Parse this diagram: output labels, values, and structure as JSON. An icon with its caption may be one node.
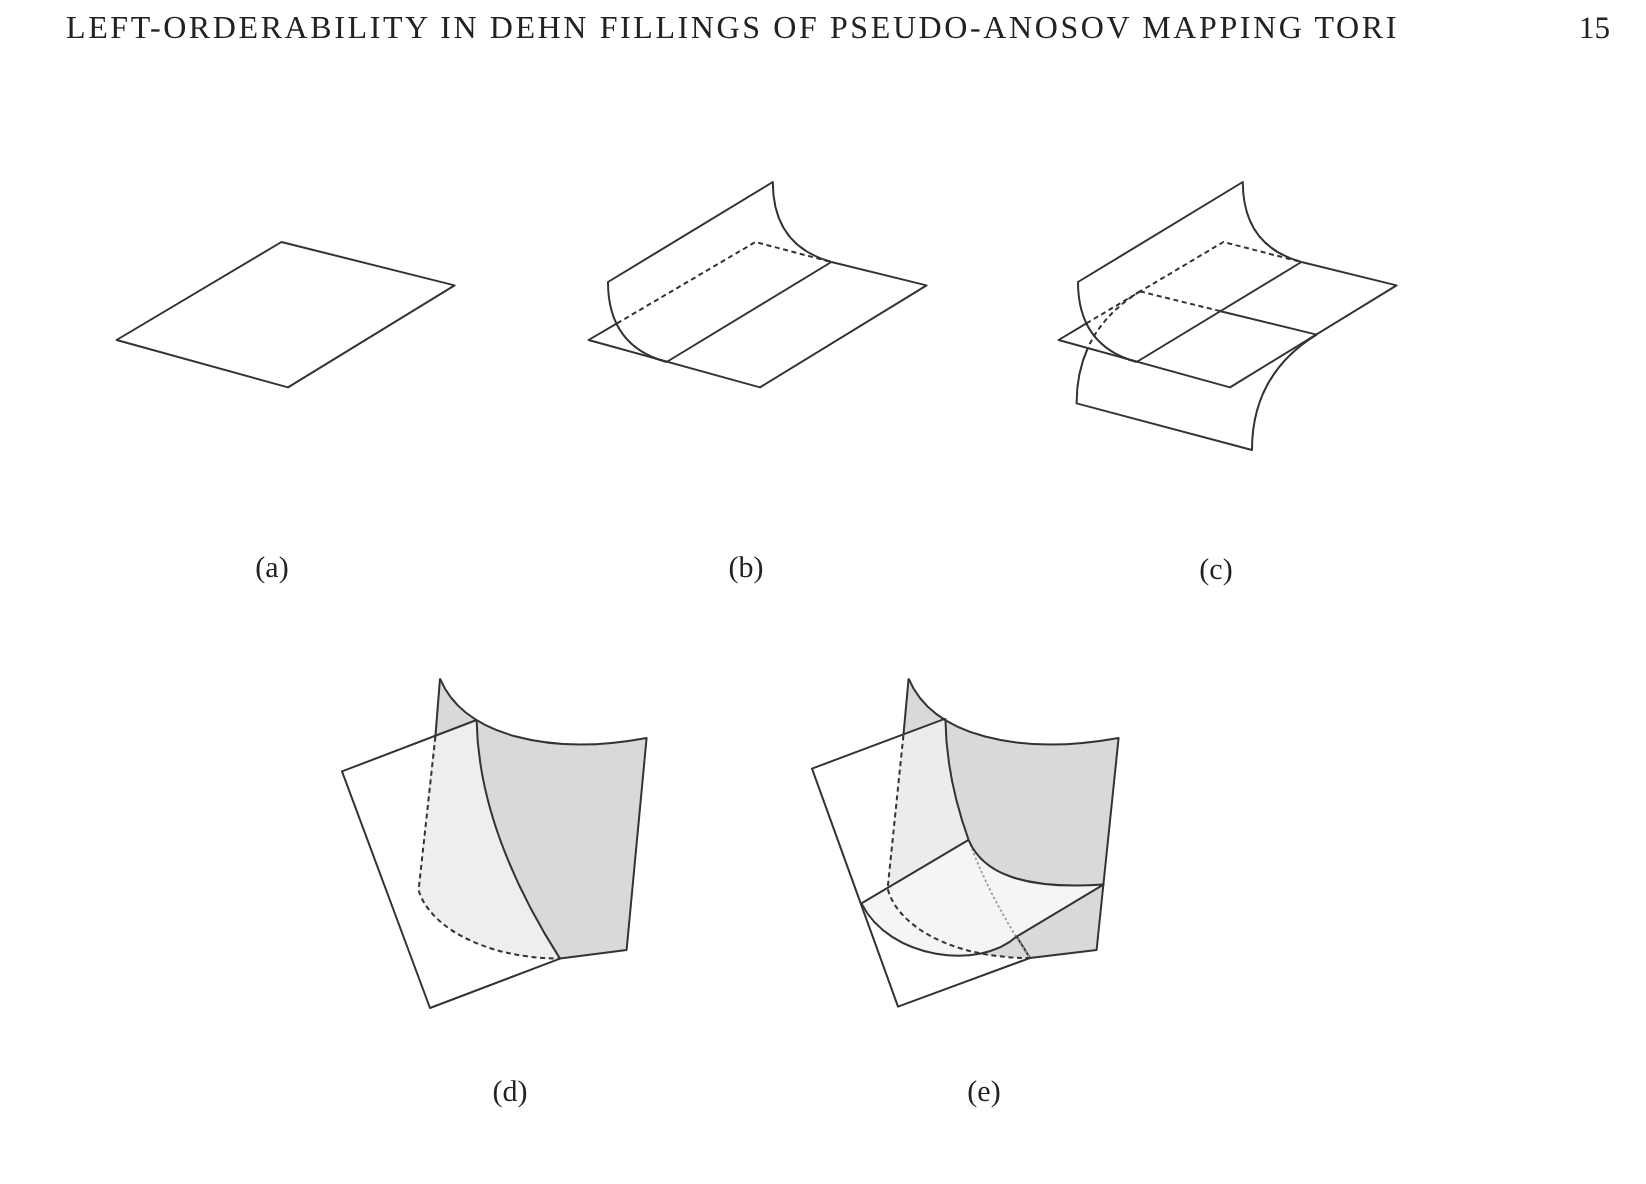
{
  "diagram": {
    "labels": [
      "LEFT-ORDERABILITY IN DEHN FILLINGS OF PSEUDO-ANOSOV MAPPING TORI",
      "15",
      "(a)",
      "(b)",
      "(c)",
      "(d)",
      "(e)"
    ]
  }
}
